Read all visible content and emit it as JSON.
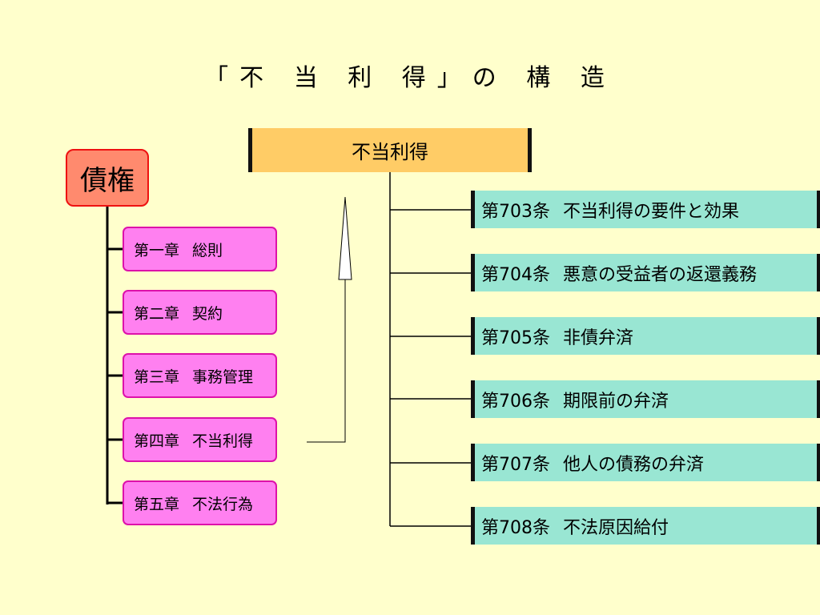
{
  "title": "「不 当 利 得」の 構 造",
  "root": {
    "label": "債権"
  },
  "chapters": [
    {
      "number": "第一章",
      "name": "総則"
    },
    {
      "number": "第二章",
      "name": "契約"
    },
    {
      "number": "第三章",
      "name": "事務管理"
    },
    {
      "number": "第四章",
      "name": "不当利得"
    },
    {
      "number": "第五章",
      "name": "不法行為"
    }
  ],
  "topic": {
    "label": "不当利得"
  },
  "articles": [
    {
      "number": "第703条",
      "name": "不当利得の要件と効果"
    },
    {
      "number": "第704条",
      "name": "悪意の受益者の返還義務"
    },
    {
      "number": "第705条",
      "name": "非債弁済"
    },
    {
      "number": "第706条",
      "name": "期限前の弁済"
    },
    {
      "number": "第707条",
      "name": "他人の債務の弁済"
    },
    {
      "number": "第708条",
      "name": "不法原因給付"
    }
  ],
  "colors": {
    "background": "#ffffcc",
    "root_fill": "#ff8a6e",
    "chapter_fill": "#ff80f0",
    "topic_fill": "#ffcc66",
    "article_fill": "#99e6d3"
  }
}
